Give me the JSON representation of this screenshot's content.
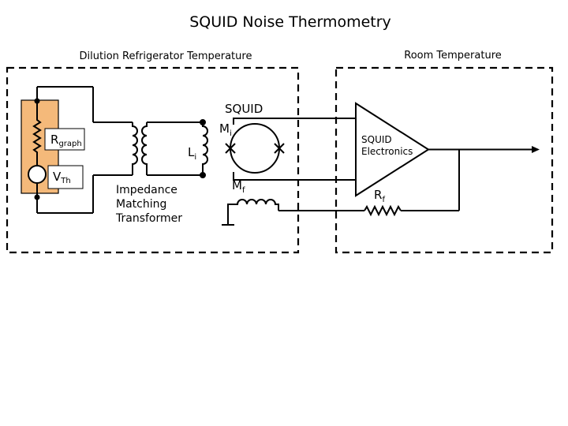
{
  "title": "SQUID Noise Thermometry",
  "regions": {
    "cold": "Dilution Refrigerator Temperature",
    "warm": "Room Temperature"
  },
  "components": {
    "resistor_main": "R",
    "resistor_sub": "graph",
    "voltage_main": "V",
    "voltage_sub": "Th",
    "transformer_line1": "Impedance",
    "transformer_line2": "Matching",
    "transformer_line3": "Transformer",
    "input_coil_main": "L",
    "input_coil_sub": "i",
    "squid_label": "SQUID",
    "mutual_in_main": "M",
    "mutual_in_sub": "i",
    "mutual_fb_main": "M",
    "mutual_fb_sub": "f",
    "electronics_line1": "SQUID",
    "electronics_line2": "Electronics",
    "feedback_main": "R",
    "feedback_sub": "f"
  },
  "colors": {
    "sensor_fill": "#f4b97a",
    "sensor_stroke": "#000000",
    "wire": "#000000"
  }
}
